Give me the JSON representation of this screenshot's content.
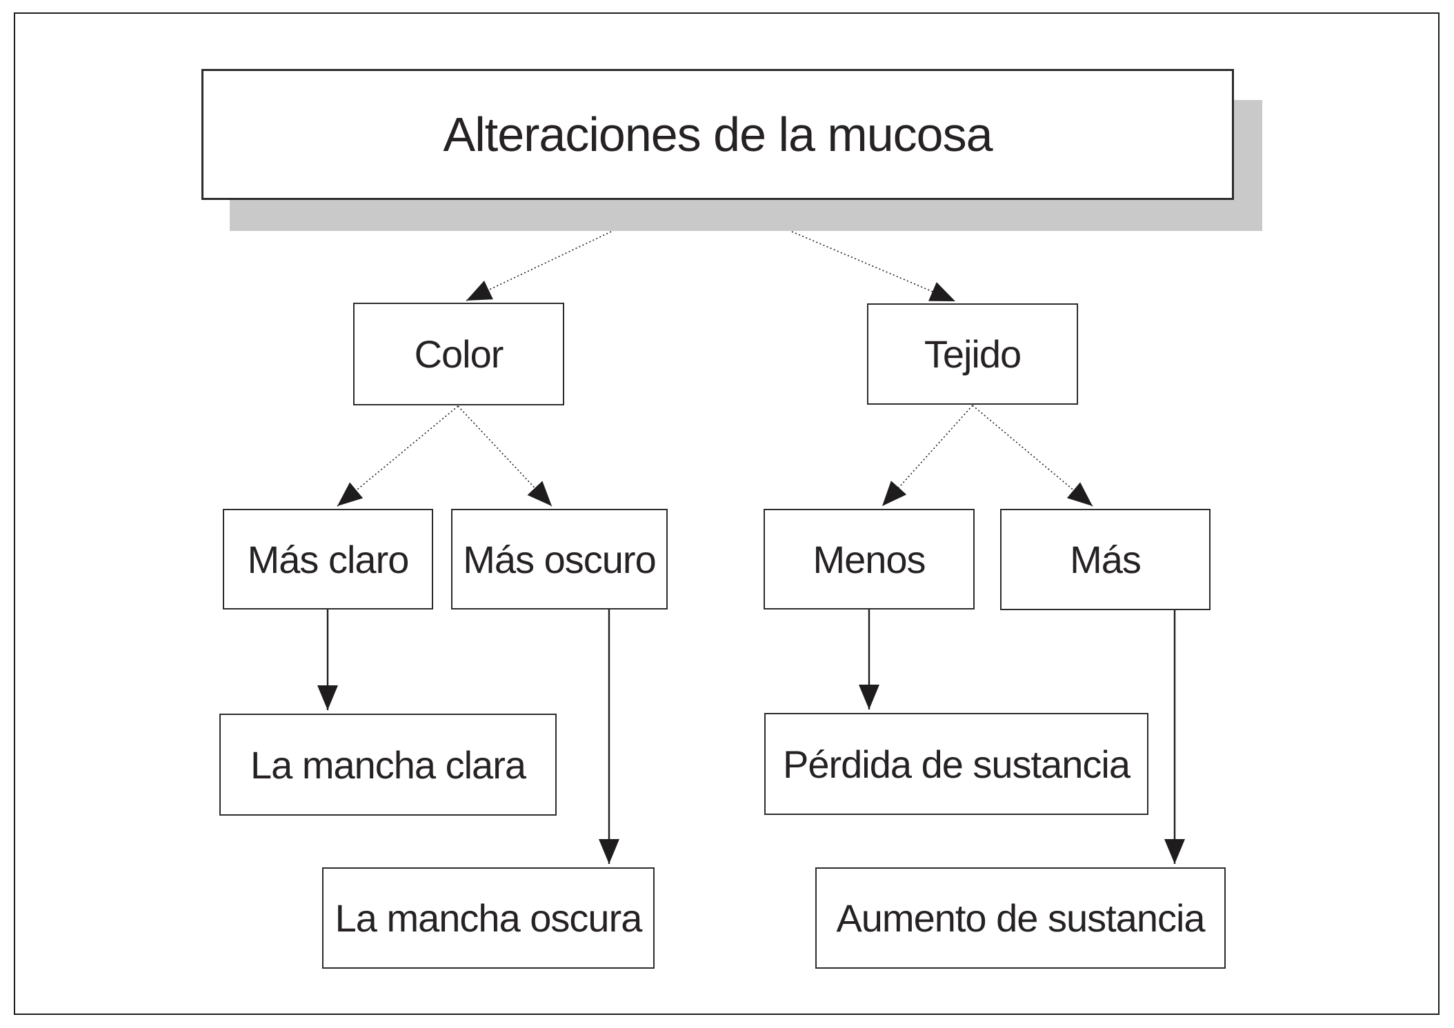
{
  "diagram": {
    "title_node": {
      "id": "title",
      "label": "Alteraciones de la mucosa"
    },
    "nodes": [
      {
        "id": "color",
        "label": "Color"
      },
      {
        "id": "tejido",
        "label": "Tejido"
      },
      {
        "id": "mas-claro",
        "label": "Más claro"
      },
      {
        "id": "mas-oscuro",
        "label": "Más oscuro"
      },
      {
        "id": "menos",
        "label": "Menos"
      },
      {
        "id": "mas",
        "label": "Más"
      },
      {
        "id": "mancha-clara",
        "label": "La mancha clara"
      },
      {
        "id": "perdida",
        "label": "Pérdida de sustancia"
      },
      {
        "id": "mancha-oscura",
        "label": "La mancha oscura"
      },
      {
        "id": "aumento",
        "label": "Aumento de sustancia"
      }
    ],
    "edges": [
      {
        "from": "title",
        "to": "color",
        "style": "dotted"
      },
      {
        "from": "title",
        "to": "tejido",
        "style": "dotted"
      },
      {
        "from": "color",
        "to": "mas-claro",
        "style": "dotted"
      },
      {
        "from": "color",
        "to": "mas-oscuro",
        "style": "dotted"
      },
      {
        "from": "tejido",
        "to": "menos",
        "style": "dotted"
      },
      {
        "from": "tejido",
        "to": "mas",
        "style": "dotted"
      },
      {
        "from": "mas-claro",
        "to": "mancha-clara",
        "style": "solid"
      },
      {
        "from": "mas-oscuro",
        "to": "mancha-oscura",
        "style": "solid"
      },
      {
        "from": "menos",
        "to": "perdida",
        "style": "solid"
      },
      {
        "from": "mas",
        "to": "aumento",
        "style": "solid"
      }
    ]
  },
  "colors": {
    "background": "#ffffff",
    "text": "#262223",
    "box_border": "#2b2b2b",
    "connector": "#1f1c1d",
    "title_shadow": "#c9c9c9"
  }
}
